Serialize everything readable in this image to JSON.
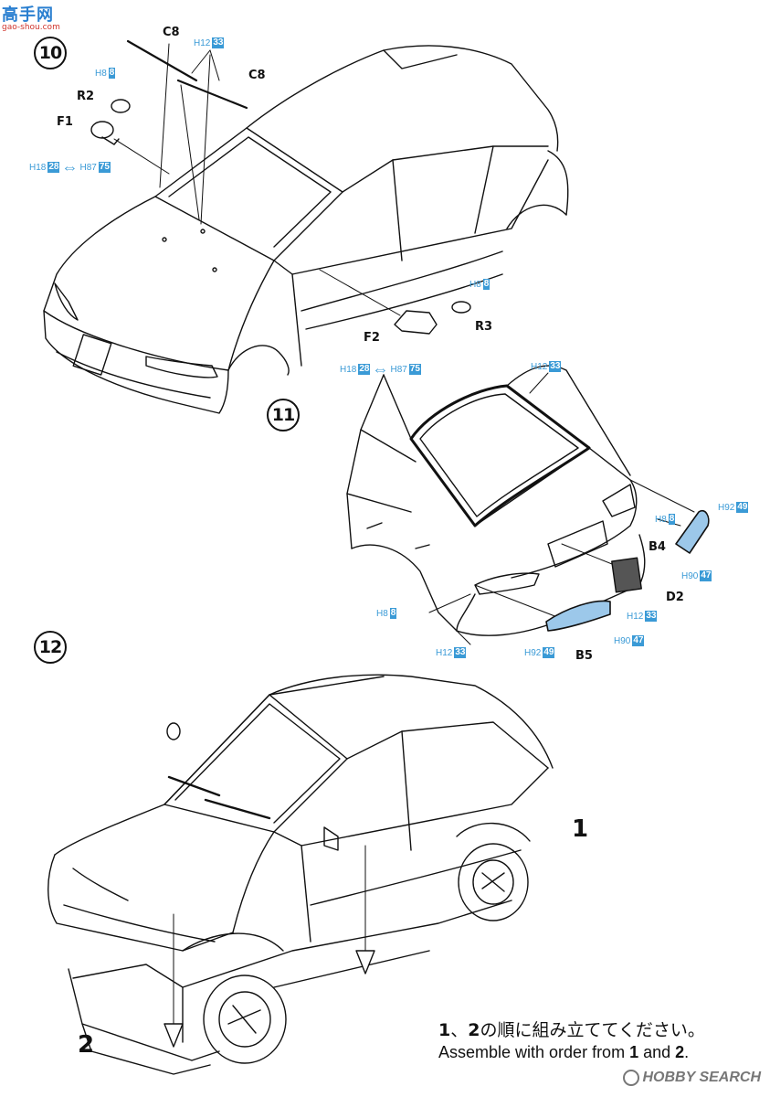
{
  "watermark_top": {
    "brand": "高手网",
    "site": "gao-shou.com"
  },
  "watermark_bottom": {
    "brand": "HOBBY SEARCH"
  },
  "steps": {
    "s10": "10",
    "s11": "11",
    "s12": "12"
  },
  "parts": {
    "c8_a": "C8",
    "c8_b": "C8",
    "r2": "R2",
    "f1": "F1",
    "f2": "F2",
    "r3": "R3",
    "b4": "B4",
    "d2": "D2",
    "b5": "B5"
  },
  "paints": {
    "h12_33_a": {
      "code": "H12",
      "num": "33"
    },
    "h8_8_a": {
      "code": "H8",
      "num": "8"
    },
    "h18_28_a": {
      "code": "H18",
      "num": "28"
    },
    "h87_75_a": {
      "code": "H87",
      "num": "75"
    },
    "h8_8_b": {
      "code": "H8",
      "num": "8"
    },
    "h18_28_b": {
      "code": "H18",
      "num": "28"
    },
    "h87_75_b": {
      "code": "H87",
      "num": "75"
    },
    "h12_33_b": {
      "code": "H12",
      "num": "33"
    },
    "h8_8_c": {
      "code": "H8",
      "num": "8"
    },
    "h92_49_a": {
      "code": "H92",
      "num": "49"
    },
    "h90_47_a": {
      "code": "H90",
      "num": "47"
    },
    "h12_33_c": {
      "code": "H12",
      "num": "33"
    },
    "h8_8_d": {
      "code": "H8",
      "num": "8"
    },
    "h90_47_b": {
      "code": "H90",
      "num": "47"
    },
    "h92_49_b": {
      "code": "H92",
      "num": "49"
    },
    "h12_33_d": {
      "code": "H12",
      "num": "33"
    }
  },
  "order": {
    "one": "1",
    "two": "2"
  },
  "instructions": {
    "jp_num1": "1",
    "jp_sep": "、",
    "jp_num2": "2",
    "jp_text": "の順に組み立ててください。",
    "en_text": "Assemble with order from ",
    "en_num1": "1",
    "en_and": " and ",
    "en_num2": "2",
    "en_end": "."
  },
  "colors": {
    "paint_blue": "#3a9ad6",
    "part_fill": "#9cc8ea",
    "ink": "#111111"
  }
}
